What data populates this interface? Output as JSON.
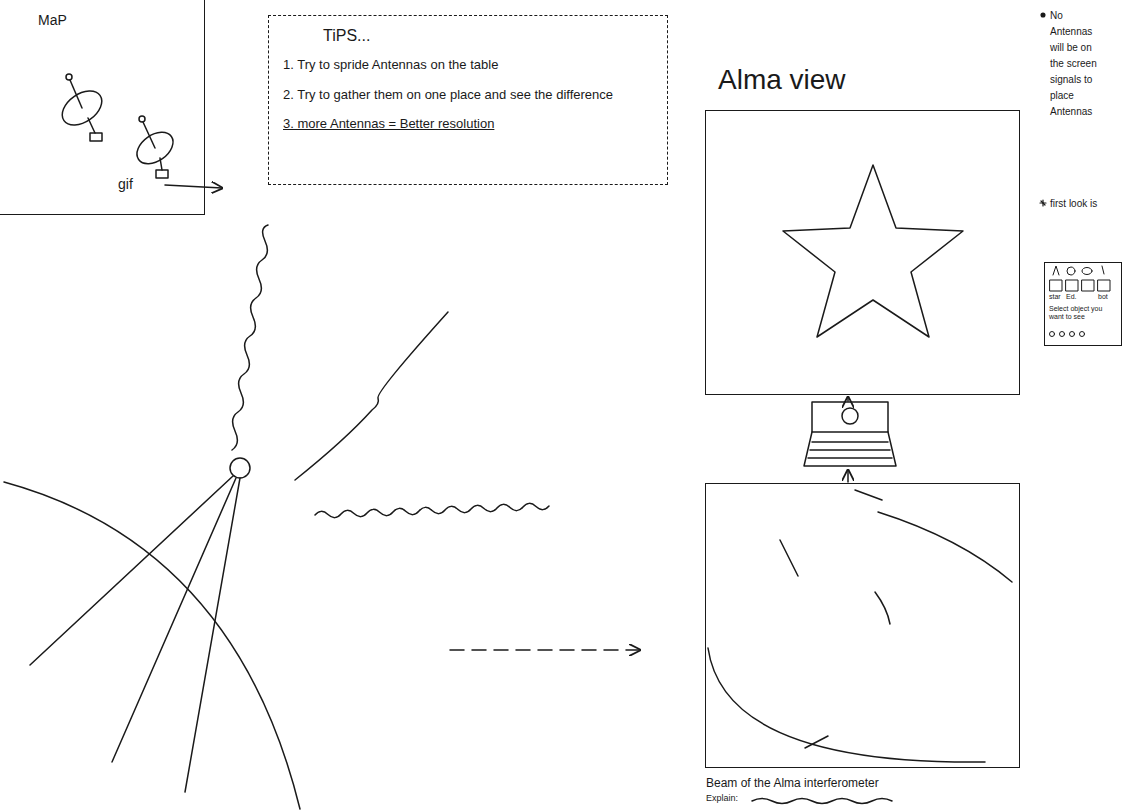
{
  "diagram": {
    "nodes": [
      {
        "text": [
          "MaP"
        ]
      },
      {
        "text": [
          "TiPS...",
          "1. Try to spride Antennas on the table",
          "2. Try to gather them on one place and see the difference",
          "3. more Antennas = Better resolution"
        ]
      },
      {
        "text": [
          "Alma view"
        ]
      },
      {
        "text": [
          "Beam of the Alma interferometer",
          "Explain:"
        ]
      },
      {
        "text": [
          "star",
          "Ed.",
          "bot",
          "Select object you want to see"
        ]
      }
    ],
    "labels": [
      "gif",
      "No Antennas will be on the screen signals to place Antennas",
      "first look is"
    ]
  }
}
